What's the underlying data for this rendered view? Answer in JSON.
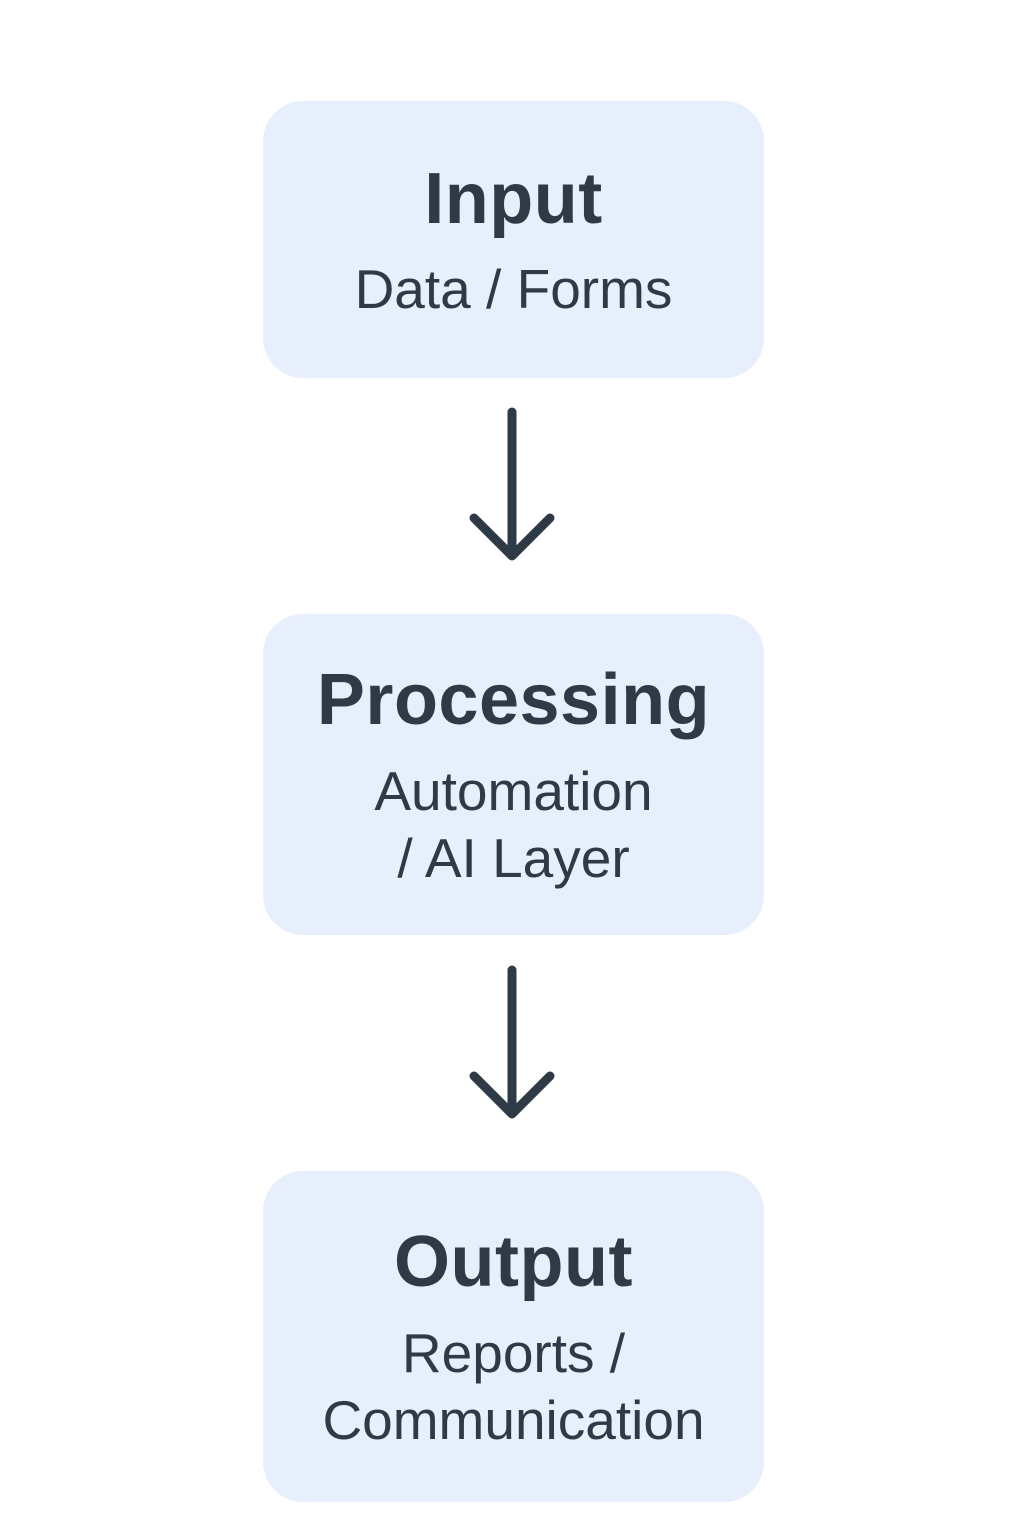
{
  "diagram": {
    "nodes": [
      {
        "title": "Input",
        "subtitle": "Data / Forms"
      },
      {
        "title": "Processing",
        "subtitle": "Automation / AI Layer"
      },
      {
        "title": "Output",
        "subtitle": "Reports / Communication"
      }
    ],
    "connectors": [
      {
        "from": "Input",
        "to": "Processing",
        "icon": "down-arrow-icon"
      },
      {
        "from": "Processing",
        "to": "Output",
        "icon": "down-arrow-icon"
      }
    ],
    "colors": {
      "node_fill": "#E6EFFB",
      "text": "#2E3A46",
      "arrow": "#2E3A46",
      "background": "#FFFFFF"
    }
  }
}
